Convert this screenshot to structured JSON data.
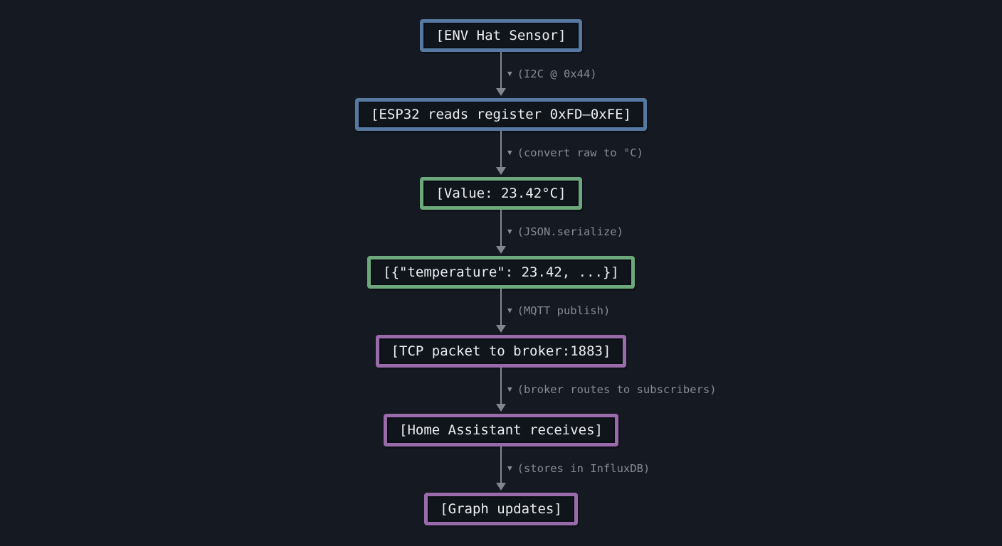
{
  "icons": {
    "down_triangle": "▼"
  },
  "colors": {
    "background": "#151921",
    "node_fill": "#10151c",
    "node_text": "#eceef0",
    "border_blue": "#5679a2",
    "border_green": "#6ca87c",
    "border_purple": "#9a6bab",
    "arrow_gray": "#818791",
    "label_gray": "#868c96"
  },
  "flow": {
    "nodes": [
      {
        "text": "[ENV Hat Sensor]",
        "variant": "blue"
      },
      {
        "text": "[ESP32 reads register 0xFD–0xFE]",
        "variant": "blue"
      },
      {
        "text": "[Value: 23.42°C]",
        "variant": "green"
      },
      {
        "text": "[{\"temperature\": 23.42, ...}]",
        "variant": "green"
      },
      {
        "text": "[TCP packet to broker:1883]",
        "variant": "purple"
      },
      {
        "text": "[Home Assistant receives]",
        "variant": "purple"
      },
      {
        "text": "[Graph updates]",
        "variant": "purple"
      }
    ],
    "edges": [
      {
        "label": "(I2C @ 0x44)"
      },
      {
        "label": "(convert raw to °C)"
      },
      {
        "label": "(JSON.serialize)"
      },
      {
        "label": "(MQTT publish)"
      },
      {
        "label": "(broker routes to subscribers)"
      },
      {
        "label": "(stores in InfluxDB)"
      }
    ]
  }
}
